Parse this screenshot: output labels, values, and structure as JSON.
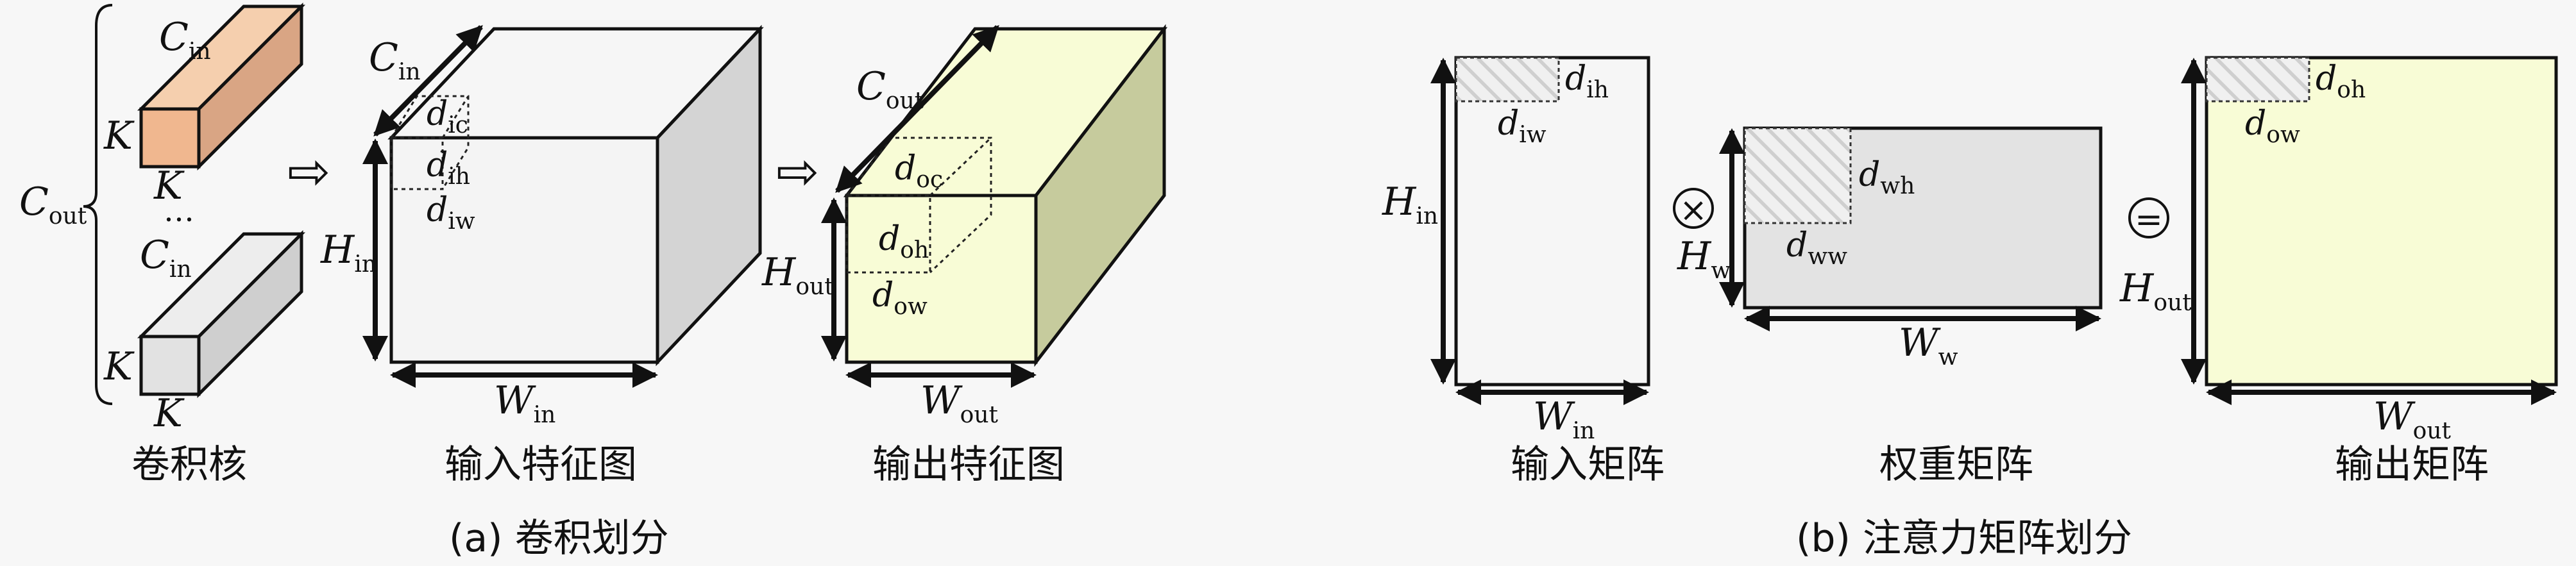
{
  "colors": {
    "background": "#f7f7f7",
    "kernel_top": "#f5cfae",
    "kernel_front": "#f0b78f",
    "kernel_side": "#d9a584",
    "gray_top": "#ededed",
    "gray_front": "#e2e2e2",
    "gray_side": "#cfcfcf",
    "yellow": "#f8fcd6",
    "yellow_side": "#c6cb9d",
    "weight_fill": "#e3e3e3",
    "hatch": "#cfcfcf"
  },
  "labels": {
    "C": "C",
    "K": "K",
    "H": "H",
    "W": "W",
    "d": "d",
    "sub_in": "in",
    "sub_out": "out",
    "sub_w": "w",
    "sub_ic": "ic",
    "sub_ih": "ih",
    "sub_iw": "iw",
    "sub_oc": "oc",
    "sub_oh": "oh",
    "sub_ow": "ow",
    "sub_wh": "wh",
    "sub_ww": "ww",
    "dots": "…",
    "arrow_symbol": "⇨",
    "times_symbol": "×",
    "equals_symbol": "="
  },
  "captions": {
    "kernel": "卷积核",
    "input_fm": "输入特征图",
    "output_fm": "输出特征图",
    "input_matrix": "输入矩阵",
    "weight_matrix": "权重矩阵",
    "output_matrix": "输出矩阵",
    "part_a": "(a) 卷积划分",
    "part_b": "(b) 注意力矩阵划分"
  }
}
